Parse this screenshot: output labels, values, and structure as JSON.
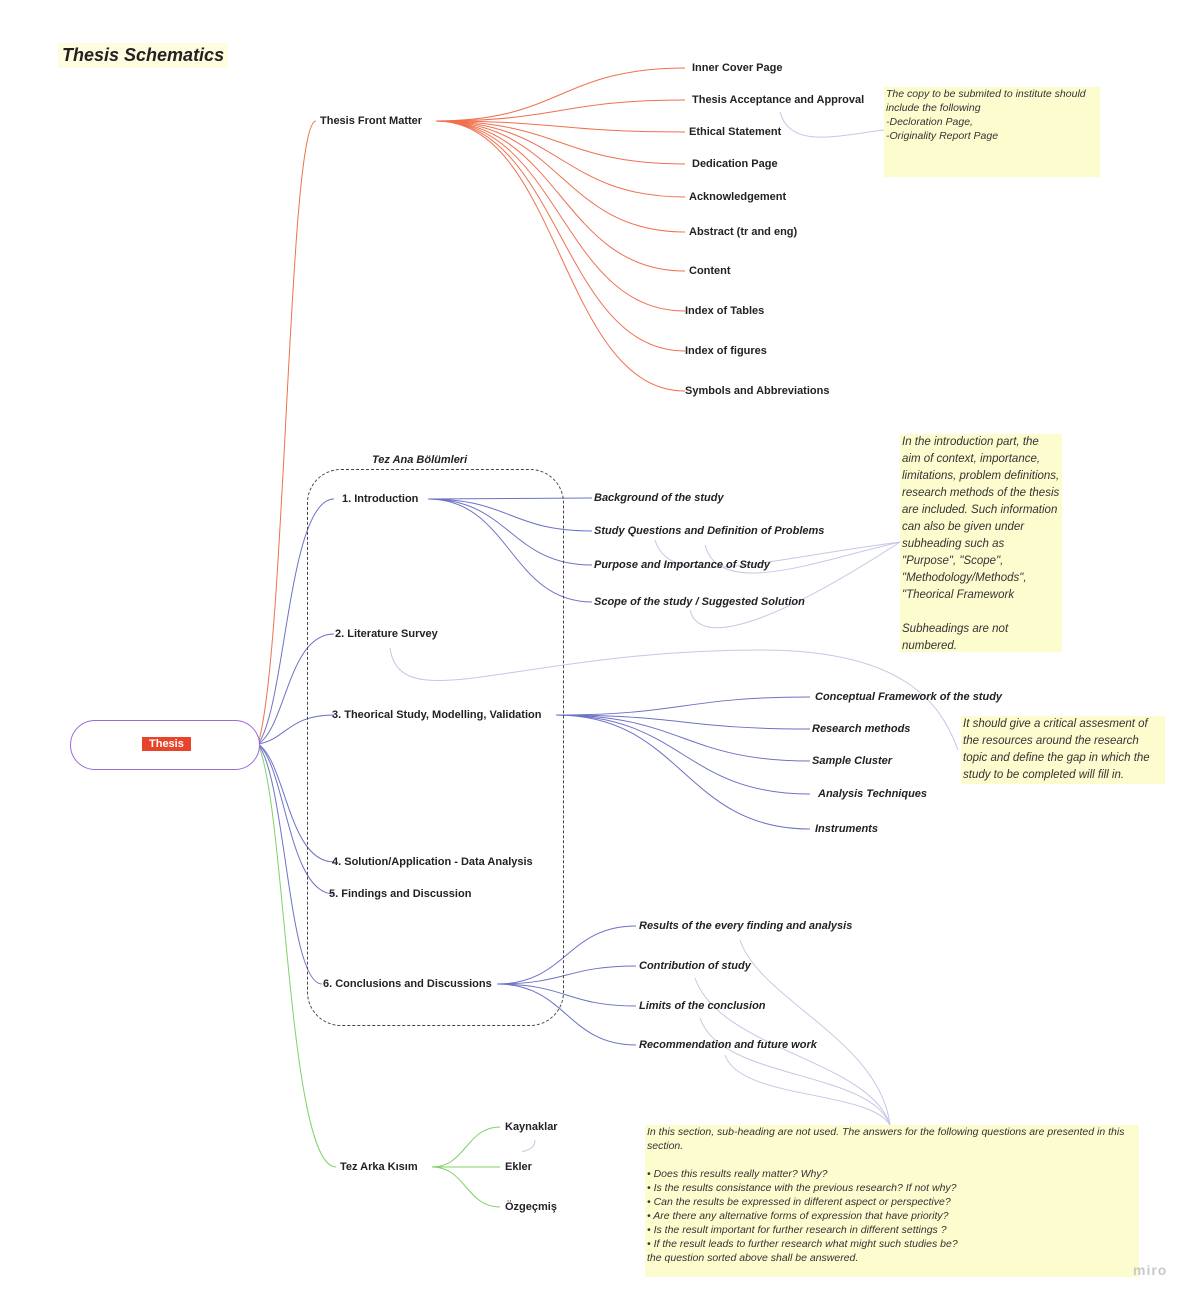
{
  "title": "Thesis Schematics",
  "root": "Thesis",
  "front_matter": {
    "label": "Thesis Front Matter",
    "items": [
      "Inner Cover Page",
      "Thesis Acceptance and Approval",
      "Ethical Statement",
      "Dedication Page",
      "Acknowledgement",
      "Abstract (tr and eng)",
      "Content",
      "Index of Tables",
      "Index of figures",
      "Symbols and Abbreviations"
    ],
    "note": "The copy to be submited to institute should include the following\n-Decloration Page,\n-Originality Report Page"
  },
  "main": {
    "group_title": "Tez Ana Bölümleri",
    "sections": [
      "1. Introduction",
      "2. Literature Survey",
      "3.  Theorical Study, Modelling, Validation",
      "4. Solution/Application - Data Analysis",
      "5. Findings and Discussion",
      "6.  Conclusions and Discussions"
    ],
    "intro_items": [
      "Background of the study",
      "Study Questions and Definition of Problems",
      "Purpose and Importance of Study",
      "Scope of the study / Suggested Solution"
    ],
    "intro_note": "In the introduction part, the aim of context, importance, limitations, problem definitions, research methods of the thesis are included. Such information can also be given under subheading such as \"Purpose\", \"Scope\", \"Methodology/Methods\", \"Theorical Framework\n\nSubheadings are not numbered.",
    "literature_note": "It should give a critical assesment of the resources around the research topic and define the gap in which the study to be completed will fill in.",
    "theory_items": [
      "Conceptual Framework of the study",
      "Research methods",
      "Sample Cluster",
      "Analysis Techniques",
      "Instruments"
    ],
    "conclusion_items": [
      "Results of the every finding and analysis",
      "Contribution of study",
      "Limits of the conclusion",
      "Recommendation and future work"
    ],
    "conclusion_note": "In this section, sub-heading are not used. The answers for the following questions are presented in this section.\n\n• Does this results really matter? Why?\n• Is the results consistance with the previous research? If not why?\n• Can the results be expressed in different aspect or perspective?\n• Are there any alternative forms of expression that have priority?\n• Is the result important for further research in different settings ?\n• If the result leads to further research what might such studies be?\nthe question sorted above shall be answered."
  },
  "back_matter": {
    "label": "Tez Arka Kısım",
    "items": [
      "Kaynaklar",
      "Ekler",
      "Özgeçmiş"
    ]
  },
  "watermark": "miro",
  "colors": {
    "front": "#f0704f",
    "main": "#6b72c4",
    "back": "#7fd16b",
    "root_border": "#9b6bd6",
    "root_label_bg": "#e8442c",
    "note_bg": "#fdfccf",
    "connector": "#c4c8e4"
  }
}
